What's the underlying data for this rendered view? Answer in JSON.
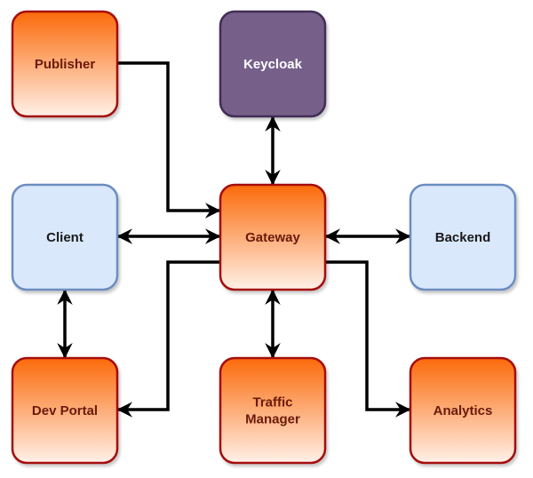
{
  "diagram": {
    "type": "architecture-flow",
    "colors": {
      "orange_top": "#fb6a0a",
      "orange_bottom": "#fff1e8",
      "orange_stroke": "#a50f0f",
      "orange_text": "#6b1a0a",
      "blue_fill": "#dae8fc",
      "blue_stroke": "#6c8ebf",
      "blue_text": "#1a1a1a",
      "purple_fill": "#76608a",
      "purple_stroke": "#432d57",
      "purple_text": "#ffffff",
      "edge": "#000000"
    },
    "nodes": [
      {
        "id": "publisher",
        "label": "Publisher",
        "style": "orange"
      },
      {
        "id": "keycloak",
        "label": "Keycloak",
        "style": "purple"
      },
      {
        "id": "client",
        "label": "Client",
        "style": "blue"
      },
      {
        "id": "gateway",
        "label": "Gateway",
        "style": "orange"
      },
      {
        "id": "backend",
        "label": "Backend",
        "style": "blue"
      },
      {
        "id": "devportal",
        "label": "Dev Portal",
        "style": "orange"
      },
      {
        "id": "trafficmanager",
        "label": "Traffic\nManager",
        "style": "orange"
      },
      {
        "id": "analytics",
        "label": "Analytics",
        "style": "orange"
      }
    ],
    "edges": [
      {
        "from": "publisher",
        "to": "gateway",
        "direction": "forward"
      },
      {
        "from": "keycloak",
        "to": "gateway",
        "direction": "both"
      },
      {
        "from": "client",
        "to": "gateway",
        "direction": "both"
      },
      {
        "from": "gateway",
        "to": "backend",
        "direction": "both"
      },
      {
        "from": "client",
        "to": "devportal",
        "direction": "both"
      },
      {
        "from": "gateway",
        "to": "devportal",
        "direction": "forward"
      },
      {
        "from": "gateway",
        "to": "trafficmanager",
        "direction": "both"
      },
      {
        "from": "gateway",
        "to": "analytics",
        "direction": "forward"
      }
    ]
  }
}
